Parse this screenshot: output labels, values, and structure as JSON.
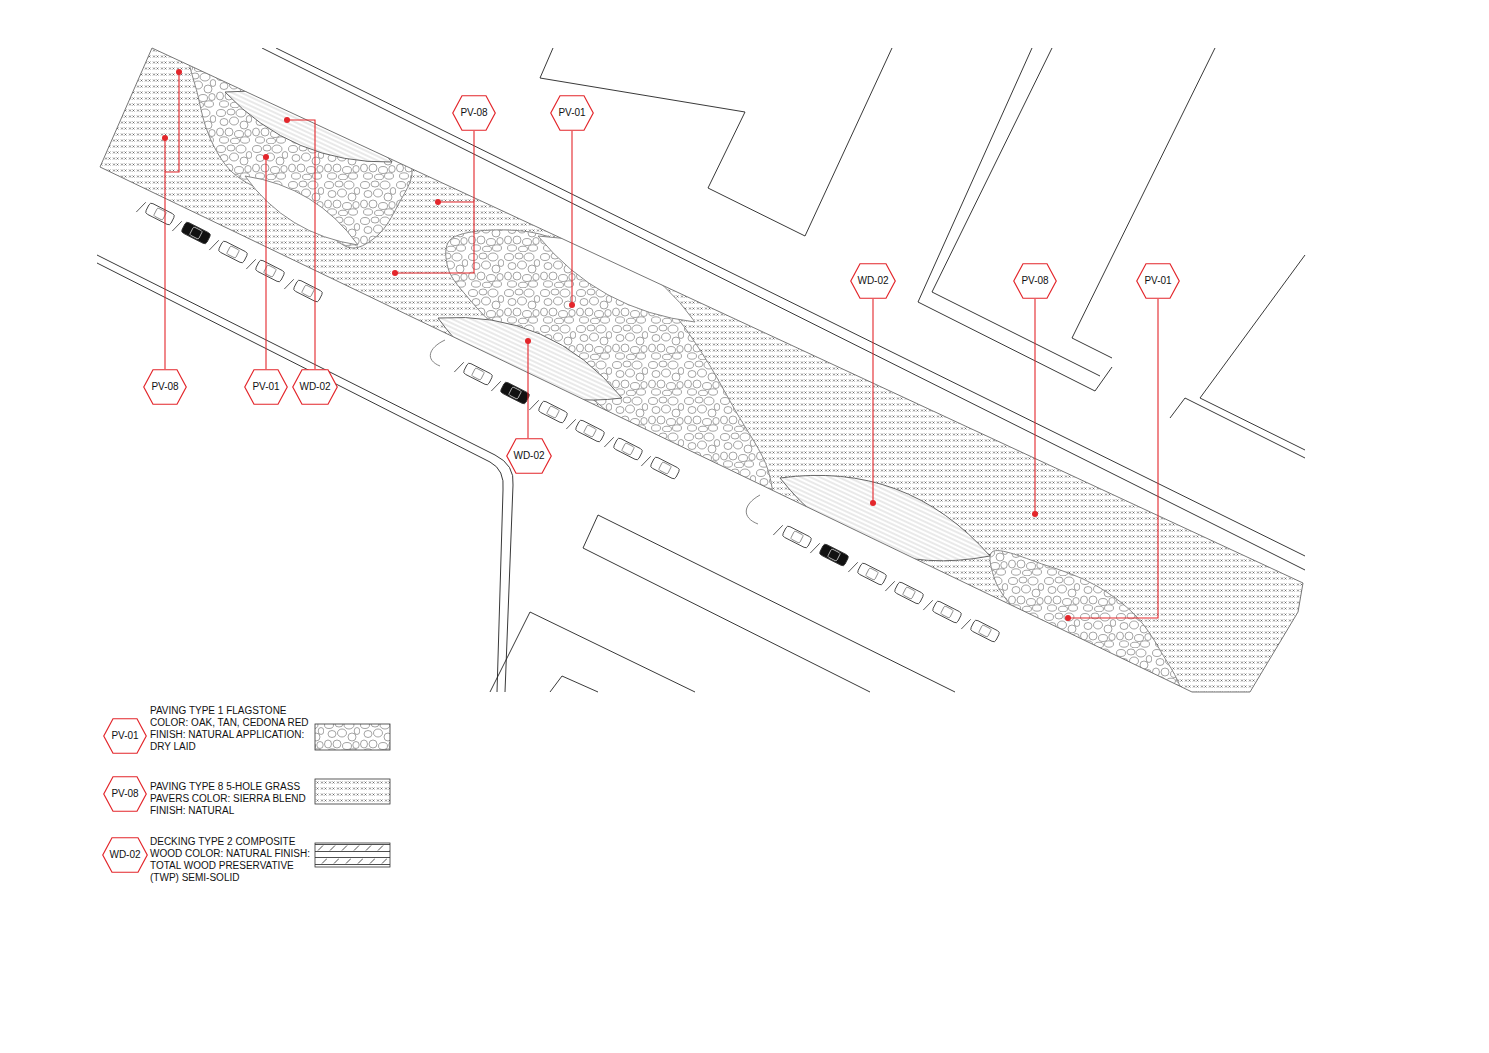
{
  "diagram": {
    "nodes": [
      {
        "text": [
          "PV-08"
        ]
      },
      {
        "text": [
          "PV-01"
        ]
      },
      {
        "text": [
          "WD-02"
        ]
      },
      {
        "text": [
          "PV-08"
        ]
      },
      {
        "text": [
          "PV-01"
        ]
      },
      {
        "text": [
          "PV-08"
        ]
      },
      {
        "text": [
          "PV-01"
        ]
      },
      {
        "text": [
          "WD-02"
        ]
      },
      {
        "text": [
          "WD-02"
        ]
      },
      {
        "text": [
          "PV-01"
        ]
      },
      {
        "text": [
          "PV-08"
        ]
      },
      {
        "text": [
          "WD-02"
        ]
      }
    ],
    "legend": [
      {
        "text": "PAVING TYPE 1 FLAGSTONE COLOR: OAK, TAN, CEDONA RED FINISH: NATURAL APPLICATION: DRY LAID"
      },
      {
        "text": "PAVING TYPE 8 5-HOLE GRASS PAVERS COLOR: SIERRA BLEND FINISH: NATURAL"
      },
      {
        "text": "DECKING TYPE 2 COMPOSITE WOOD COLOR: NATURAL FINISH: TOTAL WOOD PRESERVATIVE (TWP) SEMI-SOLID"
      }
    ]
  }
}
